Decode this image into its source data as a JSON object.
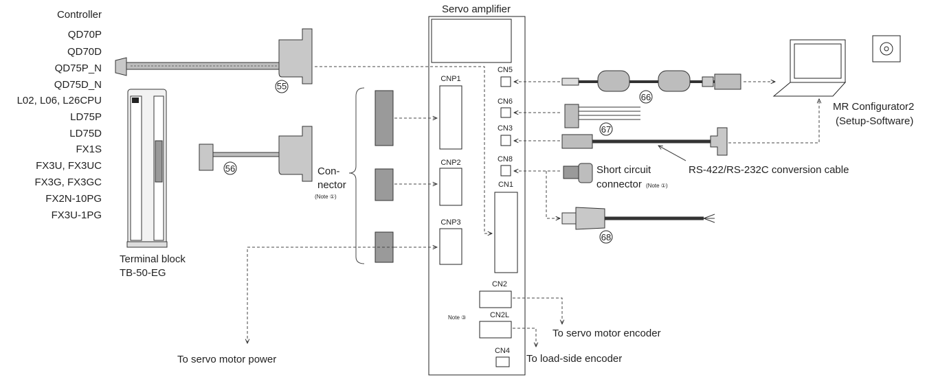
{
  "title": "Servo amplifier",
  "controller": {
    "header": "Controller",
    "models": [
      "QD70P",
      "QD70D",
      "QD75P_N",
      "QD75D_N",
      "L02, L06, L26CPU",
      "LD75P",
      "LD75D",
      "FX1S",
      "FX3U, FX3UC",
      "FX3G, FX3GC",
      "FX2N-10PG",
      "FX3U-1PG"
    ]
  },
  "terminal_block": {
    "line1": "Terminal block",
    "line2": "TB-50-EG"
  },
  "connector": {
    "line1": "Con-",
    "line2": "nector",
    "note": "(Note ①)"
  },
  "ports": {
    "cnp1": "CNP1",
    "cnp2": "CNP2",
    "cnp3": "CNP3",
    "cn5": "CN5",
    "cn6": "CN6",
    "cn3": "CN3",
    "cn8": "CN8",
    "cn1": "CN1",
    "cn2": "CN2",
    "cn2l": "CN2L",
    "cn4": "CN4"
  },
  "note2": "Note ③",
  "cables": {
    "c55": "55",
    "c56": "56",
    "c66": "66",
    "c67": "67",
    "c68": "68"
  },
  "software": {
    "line1": "MR Configurator2",
    "line2": "(Setup-Software)"
  },
  "conversion_cable": "RS-422/RS-232C conversion cable",
  "short_circuit": {
    "line1": "Short circuit",
    "line2": "connector",
    "note": "(Note ①)"
  },
  "destinations": {
    "motor_encoder": "To servo motor encoder",
    "load_encoder": "To load-side encoder",
    "motor_power": "To servo motor power"
  }
}
